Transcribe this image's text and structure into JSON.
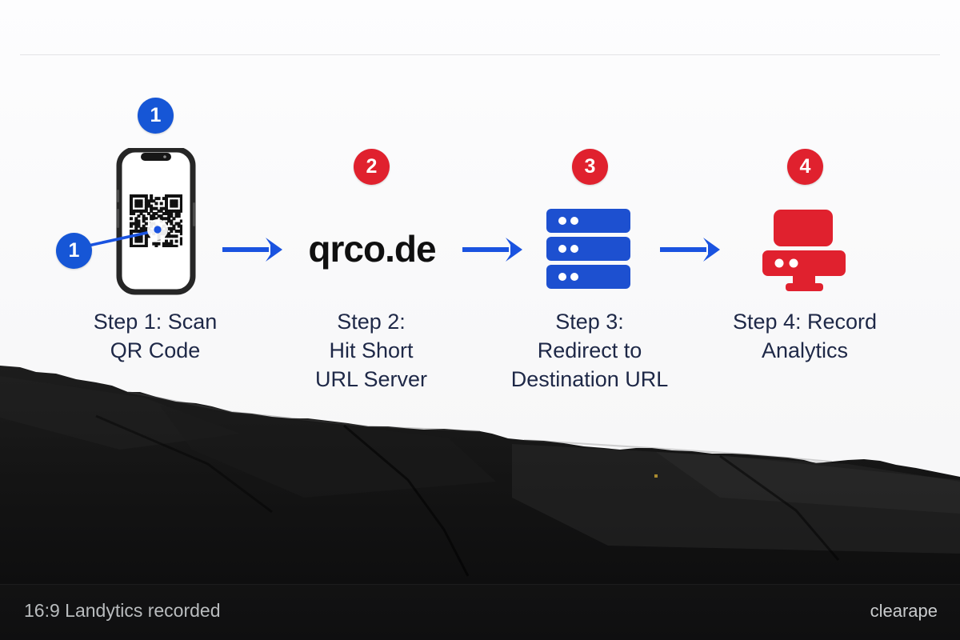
{
  "diagram": {
    "title_hidden": "",
    "accent_blue": "#1656d6",
    "accent_red": "#e0212e",
    "arrow_color": "#1a53e0",
    "caption_color": "#1e2847",
    "steps": [
      {
        "number": "1",
        "badge_color": "#1656d6",
        "icon": "smartphone-qr-icon",
        "caption_lines": [
          "Step 1: Scan",
          "QR Code"
        ]
      },
      {
        "number": "2",
        "badge_color": "#e0212e",
        "icon": "wordmark",
        "wordmark": "qrco.de",
        "caption_lines": [
          "Step 2:",
          "Hit Short",
          "URL Server"
        ]
      },
      {
        "number": "3",
        "badge_color": "#e0212e",
        "icon": "server-stack-icon",
        "caption_lines": [
          "Step 3:",
          "Redirect to",
          "Destination URL"
        ]
      },
      {
        "number": "4",
        "badge_color": "#e0212e",
        "icon": "desktop-computer-icon",
        "caption_lines": [
          "Step 4: Record",
          "Analytics"
        ]
      }
    ],
    "pointer_badge_number": "1"
  },
  "footer": {
    "left_text": "16:9 Landytics recorded",
    "right_text": "clearape"
  }
}
